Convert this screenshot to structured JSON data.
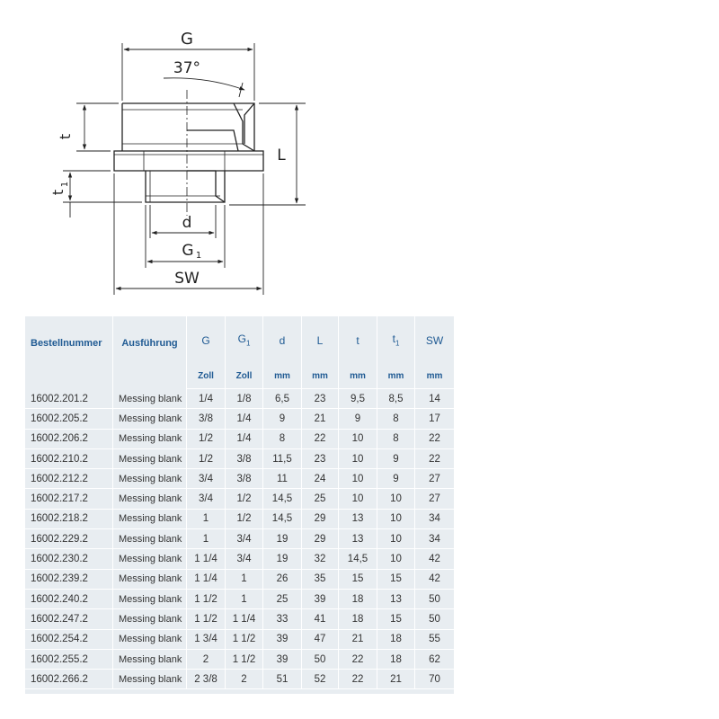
{
  "drawing": {
    "labels": {
      "G": "G",
      "angle": "37°",
      "L": "L",
      "t": "t",
      "t1": "t",
      "t1_sub": "1",
      "d": "d",
      "G1": "G",
      "G1_sub": "1",
      "SW": "SW"
    }
  },
  "table": {
    "headers": {
      "bestellnummer": "Bestellnummer",
      "ausfuehrung": "Ausführung",
      "G": "G",
      "G1": "G",
      "G1_sub": "1",
      "d": "d",
      "L": "L",
      "t": "t",
      "t1": "t",
      "t1_sub": "1",
      "SW": "SW"
    },
    "units": {
      "G": "Zoll",
      "G1": "Zoll",
      "d": "mm",
      "L": "mm",
      "t": "mm",
      "t1": "mm",
      "SW": "mm"
    },
    "rows": [
      [
        "16002.201.2",
        "Messing blank",
        "1/4",
        "1/8",
        "6,5",
        "23",
        "9,5",
        "8,5",
        "14"
      ],
      [
        "16002.205.2",
        "Messing blank",
        "3/8",
        "1/4",
        "9",
        "21",
        "9",
        "8",
        "17"
      ],
      [
        "16002.206.2",
        "Messing blank",
        "1/2",
        "1/4",
        "8",
        "22",
        "10",
        "8",
        "22"
      ],
      [
        "16002.210.2",
        "Messing blank",
        "1/2",
        "3/8",
        "11,5",
        "23",
        "10",
        "9",
        "22"
      ],
      [
        "16002.212.2",
        "Messing blank",
        "3/4",
        "3/8",
        "11",
        "24",
        "10",
        "9",
        "27"
      ],
      [
        "16002.217.2",
        "Messing blank",
        "3/4",
        "1/2",
        "14,5",
        "25",
        "10",
        "10",
        "27"
      ],
      [
        "16002.218.2",
        "Messing blank",
        "1",
        "1/2",
        "14,5",
        "29",
        "13",
        "10",
        "34"
      ],
      [
        "16002.229.2",
        "Messing blank",
        "1",
        "3/4",
        "19",
        "29",
        "13",
        "10",
        "34"
      ],
      [
        "16002.230.2",
        "Messing blank",
        "1 1/4",
        "3/4",
        "19",
        "32",
        "14,5",
        "10",
        "42"
      ],
      [
        "16002.239.2",
        "Messing blank",
        "1 1/4",
        "1",
        "26",
        "35",
        "15",
        "15",
        "42"
      ],
      [
        "16002.240.2",
        "Messing blank",
        "1 1/2",
        "1",
        "25",
        "39",
        "18",
        "13",
        "50"
      ],
      [
        "16002.247.2",
        "Messing blank",
        "1 1/2",
        "1 1/4",
        "33",
        "41",
        "18",
        "15",
        "50"
      ],
      [
        "16002.254.2",
        "Messing blank",
        "1 3/4",
        "1 1/2",
        "39",
        "47",
        "21",
        "18",
        "55"
      ],
      [
        "16002.255.2",
        "Messing blank",
        "2",
        "1 1/2",
        "39",
        "50",
        "22",
        "18",
        "62"
      ],
      [
        "16002.266.2",
        "Messing blank",
        "2 3/8",
        "2",
        "51",
        "52",
        "22",
        "21",
        "70"
      ]
    ]
  }
}
